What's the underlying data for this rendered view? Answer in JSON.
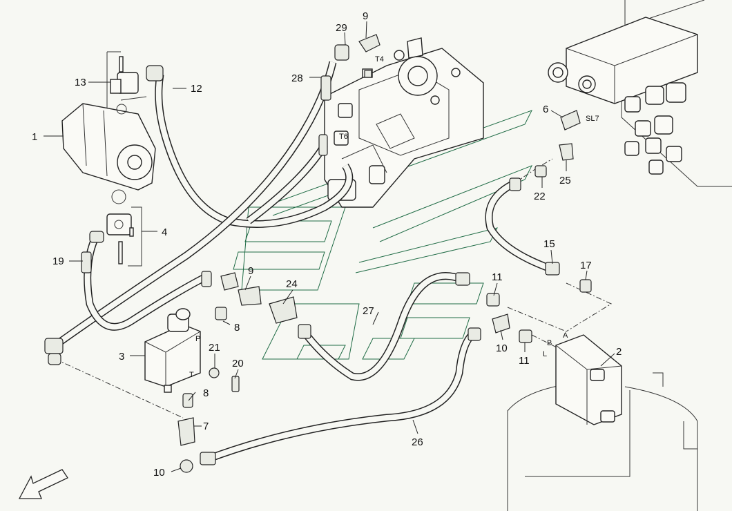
{
  "callouts": {
    "c1": "1",
    "c2": "2",
    "c3": "3",
    "c4": "4",
    "c6": "6",
    "c7": "7",
    "c8a": "8",
    "c8b": "8",
    "c9a": "9",
    "c9b": "9",
    "c10a": "10",
    "c10b": "10",
    "c11a": "11",
    "c11b": "11",
    "c12": "12",
    "c13": "13",
    "c15": "15",
    "c17": "17",
    "c19": "19",
    "c20": "20",
    "c21": "21",
    "c22": "22",
    "c24": "24",
    "c25": "25",
    "c26": "26",
    "c27": "27",
    "c28": "28",
    "c29": "29"
  },
  "port_labels": {
    "t4": "T4",
    "t6": "T6",
    "sl7": "SL7",
    "p": "P",
    "t": "T",
    "a": "A",
    "b": "B",
    "l": "L"
  },
  "icons": {
    "direction_arrow": "arrow-down-left-icon"
  }
}
